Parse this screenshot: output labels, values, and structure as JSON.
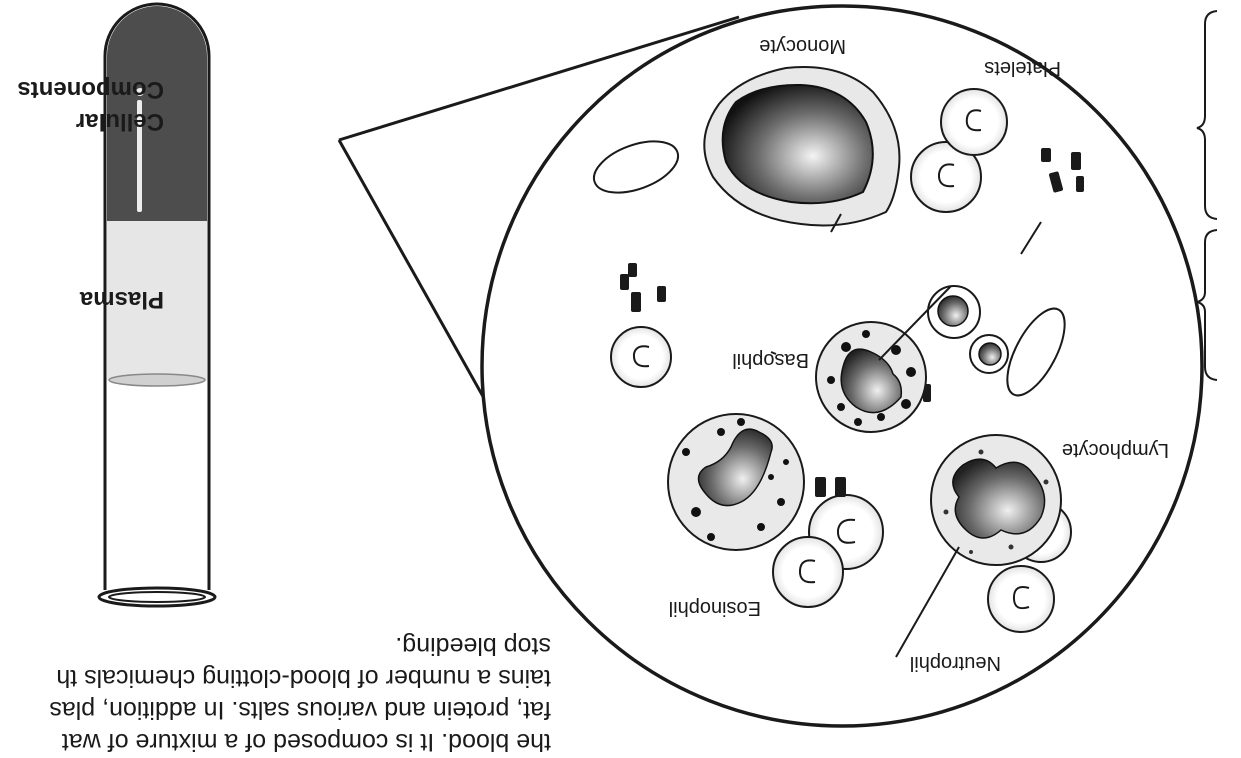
{
  "orientation": "rotated-180",
  "labels": {
    "cellular": "Cellular",
    "components": "Components",
    "plasma": "Plasma",
    "neutrophil": "Neutrophil",
    "eosinophil": "Eosinophil",
    "lymphocyte": "Lymphocyte",
    "basophil": "Basophil",
    "monocyte": "Monocyte",
    "platelets": "Platelets"
  },
  "body_text": [
    "the blood. It is composed of a mixture of wat",
    "fat, protein and various salts.  In addition, plas",
    "tains a number of blood-clotting chemicals th",
    "stop bleeding."
  ]
}
